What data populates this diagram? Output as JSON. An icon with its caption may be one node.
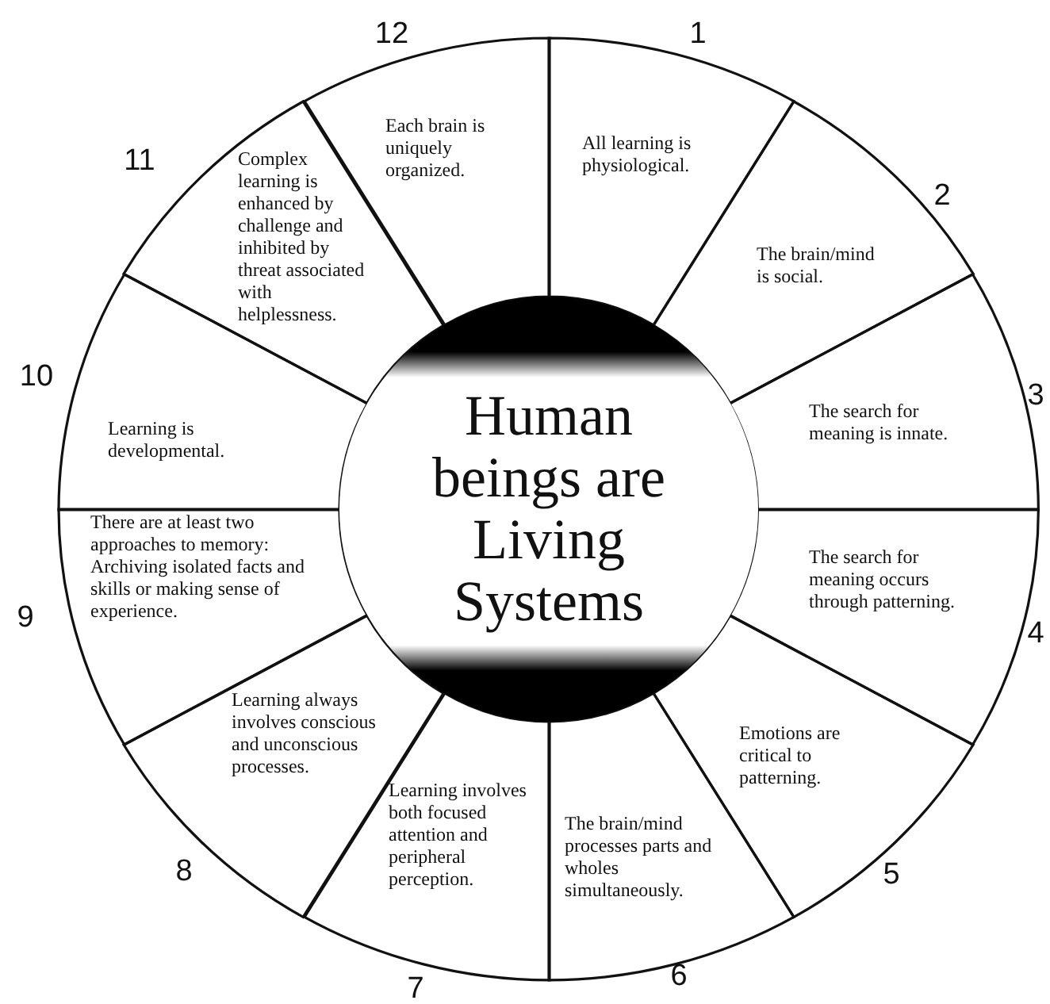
{
  "diagram": {
    "nodes": [
      {
        "text": [
          "Human beings are Living Systems"
        ]
      },
      {
        "text": [
          "All learning is physiological."
        ],
        "beside": [
          "1"
        ]
      },
      {
        "text": [
          "The brain/mind is social."
        ],
        "beside": [
          "2"
        ]
      },
      {
        "text": [
          "The search for meaning is innate."
        ],
        "beside": [
          "3"
        ]
      },
      {
        "text": [
          "The search for meaning occurs through patterning."
        ],
        "beside": [
          "4"
        ]
      },
      {
        "text": [
          "Emotions are critical to patterning."
        ],
        "beside": [
          "5"
        ]
      },
      {
        "text": [
          "The brain/mind processes parts and wholes simultaneously."
        ],
        "beside": [
          "6"
        ]
      },
      {
        "text": [
          "Learning involves both focused attention and peripheral perception."
        ],
        "beside": [
          "7"
        ]
      },
      {
        "text": [
          "Learning always involves conscious and unconscious processes."
        ],
        "beside": [
          "8"
        ]
      },
      {
        "text": [
          "There are at least two approaches to memory: Archiving isolated facts and skills or making sense of experience."
        ],
        "beside": [
          "9"
        ]
      },
      {
        "text": [
          "Learning is developmental."
        ],
        "beside": [
          "10"
        ]
      },
      {
        "text": [
          "Complex learning is enhanced by challenge and inhibited by threat associated with helplessness."
        ],
        "beside": [
          "11"
        ]
      },
      {
        "text": [
          "Each brain is uniquely organized."
        ],
        "beside": [
          "12"
        ]
      }
    ]
  }
}
